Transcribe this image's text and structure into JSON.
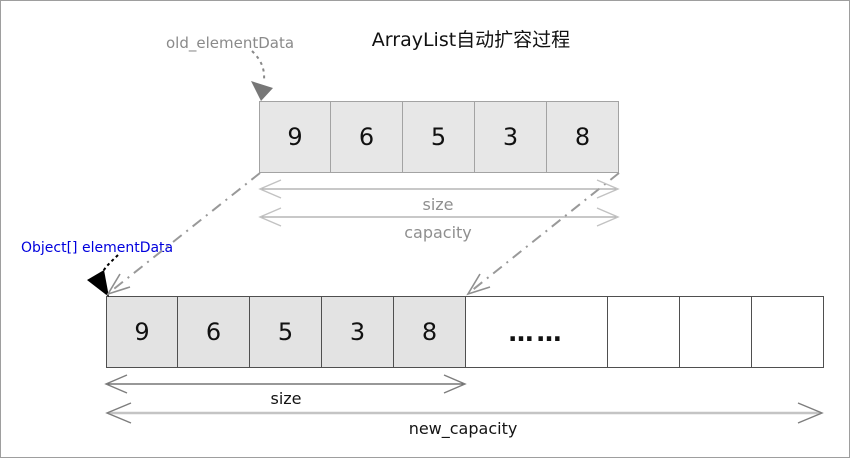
{
  "title": "ArrayList自动扩容过程",
  "pointers": {
    "old_label": "old_elementData",
    "new_label": "Object[] elementData"
  },
  "old_array": {
    "cells": [
      "9",
      "6",
      "5",
      "3",
      "8"
    ],
    "size_label": "size",
    "capacity_label": "capacity"
  },
  "new_array": {
    "cells": [
      "9",
      "6",
      "5",
      "3",
      "8"
    ],
    "ellipsis": "……",
    "empty_cell_count": 3,
    "size_label": "size",
    "capacity_label": "new_capacity"
  },
  "colors": {
    "cell_fill_old": "#e7e7e7",
    "cell_fill_new": "#e3e3e3",
    "old_pointer_label": "#8a8a8a",
    "new_pointer_label": "#0000dd",
    "muted_arrow_text": "#8f8f8f",
    "connector_gray": "#999999",
    "text_black": "#141414"
  }
}
